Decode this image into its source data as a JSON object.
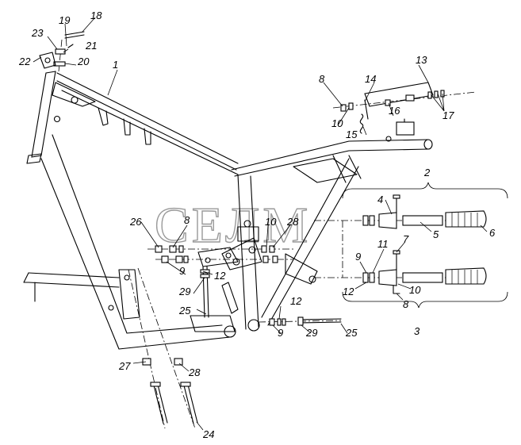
{
  "watermark": "СЕЛМ",
  "callouts": [
    {
      "key": "c1",
      "text": "1"
    },
    {
      "key": "c2",
      "text": "2"
    },
    {
      "key": "c3",
      "text": "3"
    },
    {
      "key": "c4",
      "text": "4"
    },
    {
      "key": "c5",
      "text": "5"
    },
    {
      "key": "c6",
      "text": "6"
    },
    {
      "key": "c7",
      "text": "7"
    },
    {
      "key": "c8a",
      "text": "8"
    },
    {
      "key": "c8b",
      "text": "8"
    },
    {
      "key": "c8c",
      "text": "8"
    },
    {
      "key": "c9a",
      "text": "9"
    },
    {
      "key": "c9b",
      "text": "9"
    },
    {
      "key": "c9c",
      "text": "9"
    },
    {
      "key": "c10a",
      "text": "10"
    },
    {
      "key": "c10b",
      "text": "10"
    },
    {
      "key": "c10c",
      "text": "10"
    },
    {
      "key": "c11",
      "text": "11"
    },
    {
      "key": "c12a",
      "text": "12"
    },
    {
      "key": "c12b",
      "text": "12"
    },
    {
      "key": "c12c",
      "text": "12"
    },
    {
      "key": "c13",
      "text": "13"
    },
    {
      "key": "c14",
      "text": "14"
    },
    {
      "key": "c15",
      "text": "15"
    },
    {
      "key": "c16",
      "text": "16"
    },
    {
      "key": "c17",
      "text": "17"
    },
    {
      "key": "c18",
      "text": "18"
    },
    {
      "key": "c19",
      "text": "19"
    },
    {
      "key": "c20",
      "text": "20"
    },
    {
      "key": "c21",
      "text": "21"
    },
    {
      "key": "c22",
      "text": "22"
    },
    {
      "key": "c23",
      "text": "23"
    },
    {
      "key": "c24",
      "text": "24"
    },
    {
      "key": "c25a",
      "text": "25"
    },
    {
      "key": "c25b",
      "text": "25"
    },
    {
      "key": "c26",
      "text": "26"
    },
    {
      "key": "c27",
      "text": "27"
    },
    {
      "key": "c28a",
      "text": "28"
    },
    {
      "key": "c28b",
      "text": "28"
    },
    {
      "key": "c29a",
      "text": "29"
    },
    {
      "key": "c29b",
      "text": "29"
    }
  ]
}
